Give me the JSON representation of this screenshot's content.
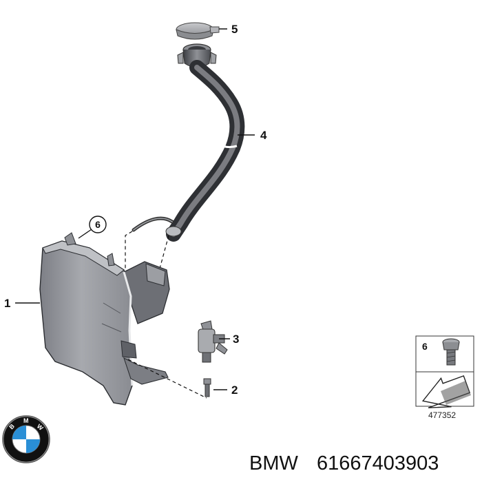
{
  "callouts": {
    "tank": "1",
    "screw": "2",
    "pump": "3",
    "hose": "4",
    "cap": "5",
    "screw_ref": "6"
  },
  "legend": {
    "item_number": "6"
  },
  "diagram_number": "477352",
  "footer": {
    "brand": "BMW",
    "part_number": "61667403903"
  },
  "logo": {
    "letters": [
      "B",
      "M",
      "W"
    ],
    "colors": {
      "ring": "#000000",
      "blue": "#2a8fd6",
      "white": "#ffffff"
    }
  }
}
